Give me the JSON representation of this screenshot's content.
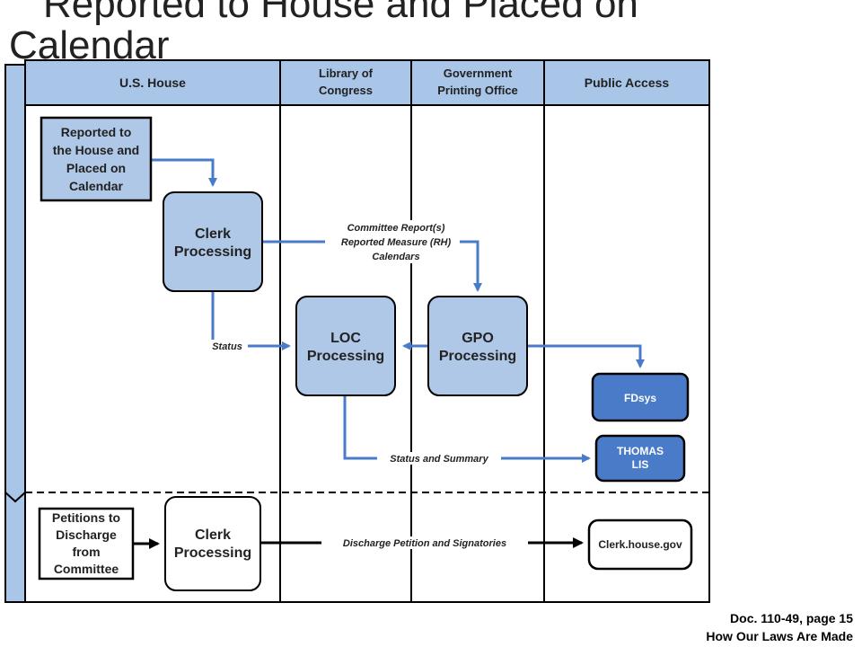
{
  "title": "Reported to House and Placed on Calendar",
  "lanes": [
    {
      "line1": "U.S. House",
      "line2": ""
    },
    {
      "line1": "Library of",
      "line2": "Congress"
    },
    {
      "line1": "Government",
      "line2": "Printing Office"
    },
    {
      "line1": "Public Access",
      "line2": ""
    }
  ],
  "nodes": {
    "reported": [
      "Reported to",
      "the House and",
      "Placed on",
      "Calendar"
    ],
    "clerk_top": [
      "Clerk",
      "Processing"
    ],
    "loc": [
      "LOC",
      "Processing"
    ],
    "gpo": [
      "GPO",
      "Processing"
    ],
    "fdsys": [
      "FDsys"
    ],
    "thomas": [
      "THOMAS",
      "LIS"
    ],
    "petitions": [
      "Petitions to",
      "Discharge",
      "from",
      "Committee"
    ],
    "clerk_bottom": [
      "Clerk",
      "Processing"
    ],
    "clerk_site": [
      "Clerk.house.gov"
    ]
  },
  "edge_labels": {
    "committee_docs": [
      "Committee Report(s)",
      "Reported Measure (RH)",
      "Calendars"
    ],
    "status": "Status",
    "status_summary": "Status and Summary",
    "discharge": "Discharge Petition and Signatories"
  },
  "colors": {
    "lane_header": "#a9c5e8",
    "node_light": "#b0c8e8",
    "node_dark": "#4a7bc8",
    "flow_blue": "#4a7bc8",
    "flow_black": "#000000"
  },
  "footer": {
    "line1": "Doc. 110-49,  page 15",
    "line2": "How Our Laws Are Made"
  }
}
